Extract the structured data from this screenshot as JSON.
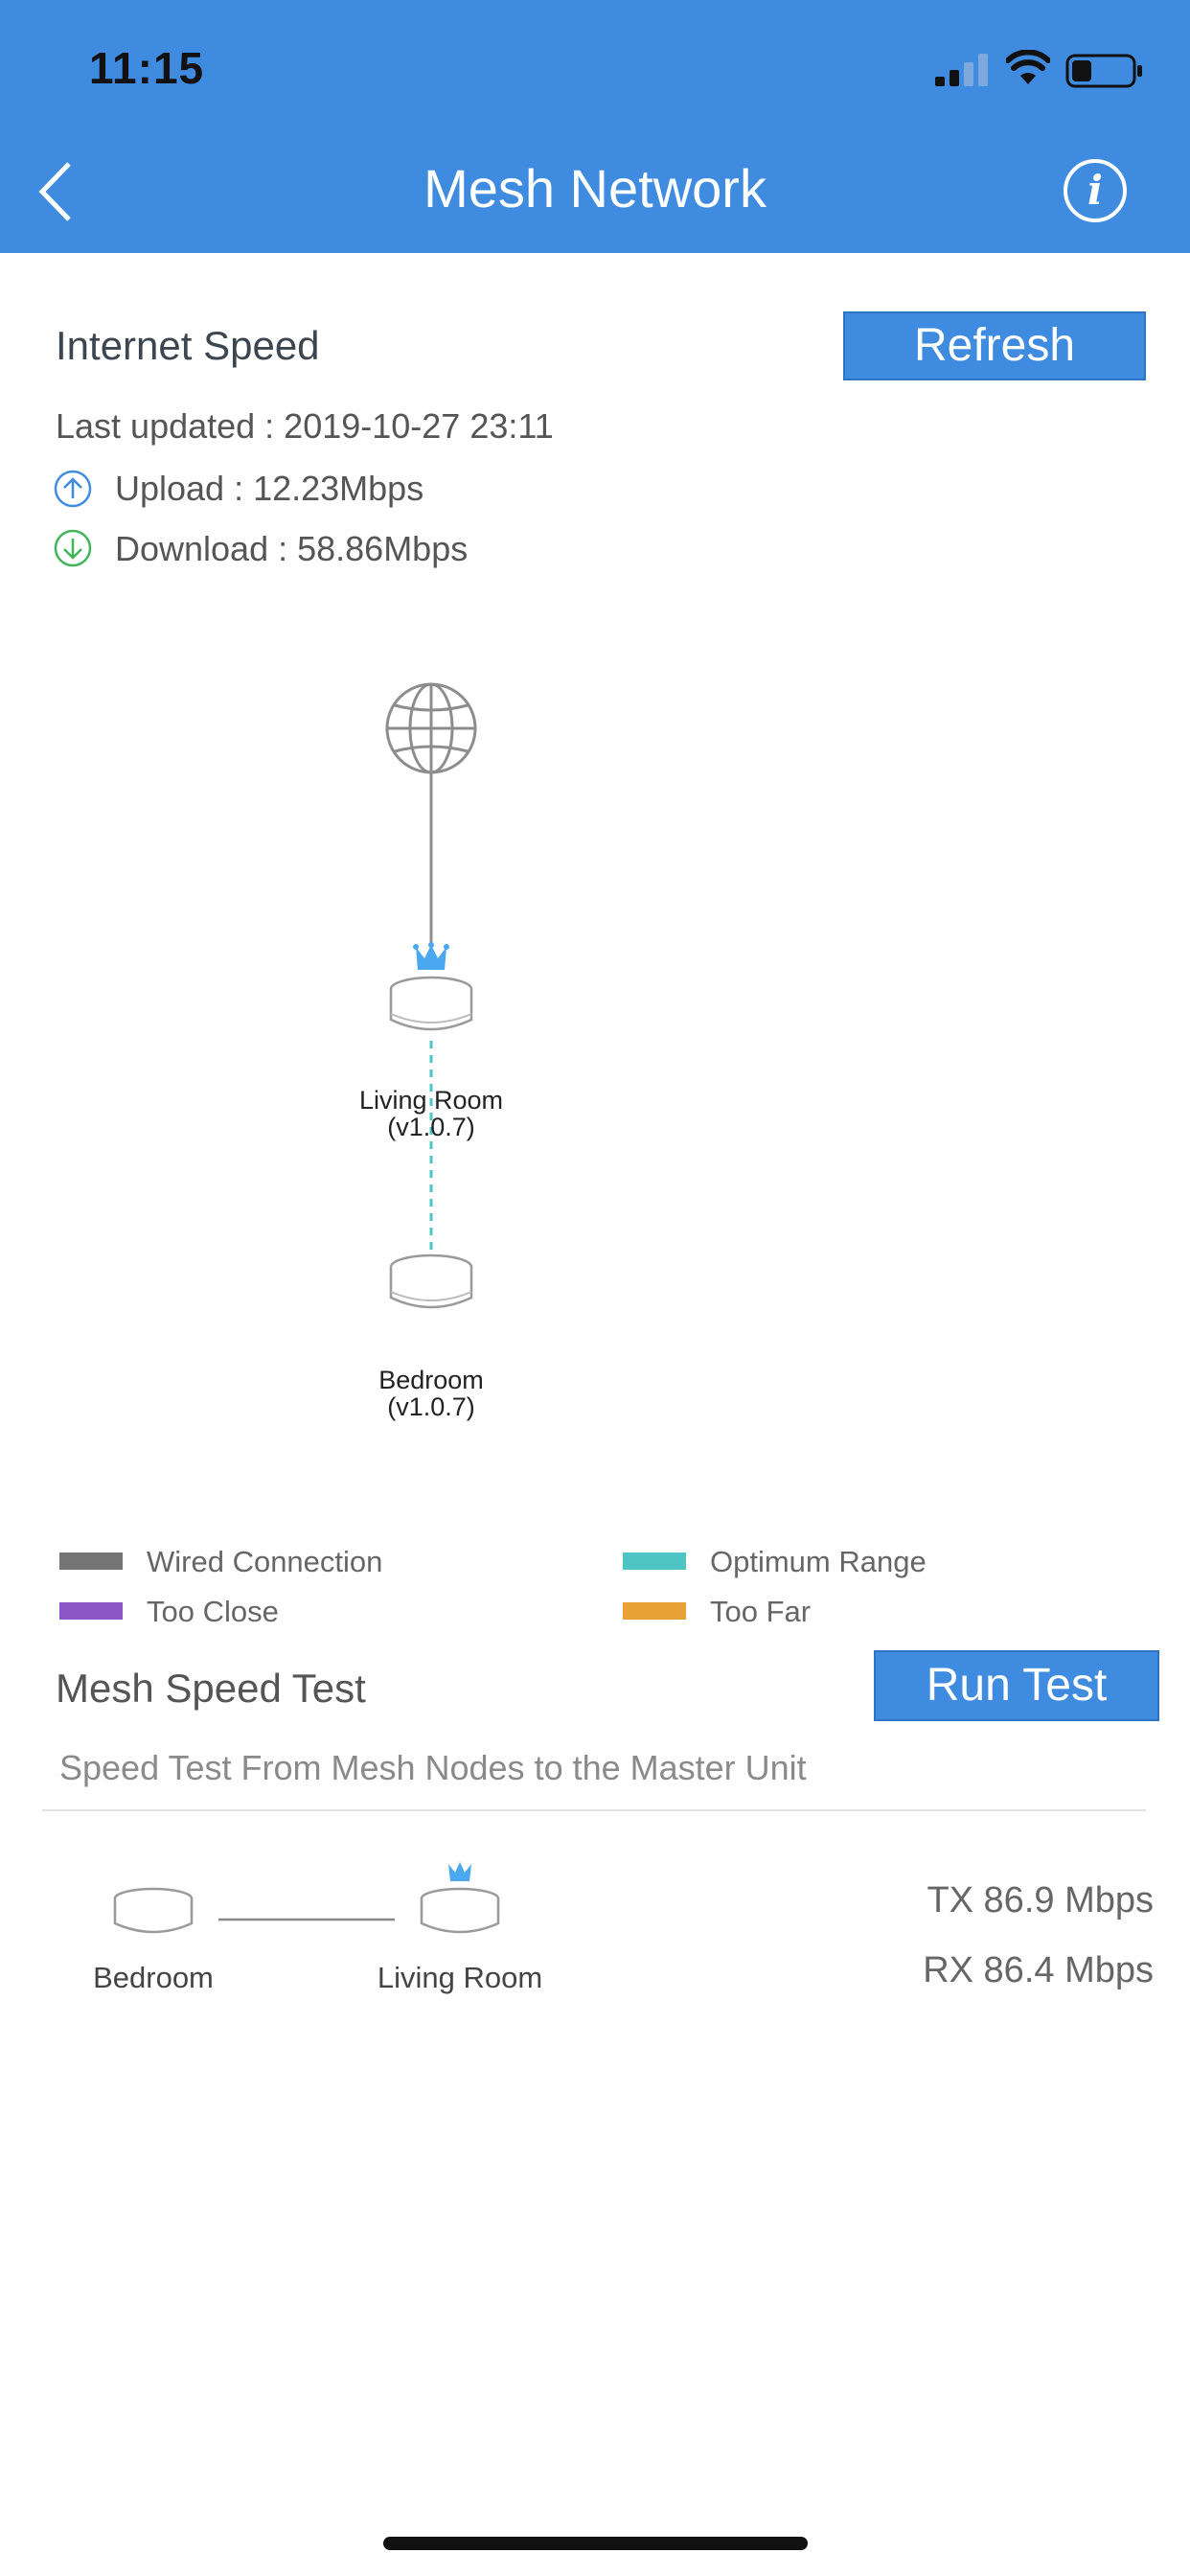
{
  "status_bar": {
    "time": "11:15"
  },
  "header": {
    "title": "Mesh Network"
  },
  "internet_speed": {
    "title": "Internet Speed",
    "refresh_label": "Refresh",
    "last_updated": "Last updated : 2019-10-27 23:11",
    "upload": "Upload : 12.23Mbps",
    "download": "Download : 58.86Mbps"
  },
  "topology": {
    "nodes": [
      {
        "name": "Living Room",
        "version": "(v1.0.7)"
      },
      {
        "name": "Bedroom",
        "version": "(v1.0.7)"
      }
    ]
  },
  "legend": [
    {
      "label": "Wired Connection",
      "color": "#747474"
    },
    {
      "label": "Optimum Range",
      "color": "#4fc4c4"
    },
    {
      "label": "Too Close",
      "color": "#8a56c8"
    },
    {
      "label": "Too Far",
      "color": "#e8a236"
    }
  ],
  "mesh_test": {
    "title": "Mesh Speed Test",
    "run_label": "Run Test",
    "subtitle": "Speed Test From Mesh Nodes to the Master Unit",
    "from_node": "Bedroom",
    "to_node": "Living Room",
    "tx": "TX 86.9 Mbps",
    "rx": "RX 86.4 Mbps"
  },
  "colors": {
    "header": "#3f8be0",
    "accent": "#3f8be0",
    "crown": "#4aa8f0"
  }
}
